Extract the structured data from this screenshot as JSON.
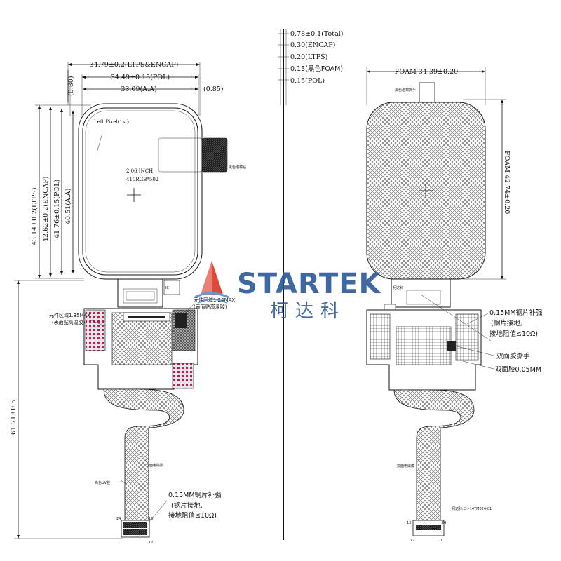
{
  "brand": {
    "name": "STARTEK",
    "name_cn": "柯达科",
    "colors": {
      "primary": "#2f5b9a",
      "accent": "#d93a2a",
      "wave": "#5a8fd0"
    }
  },
  "left_view": {
    "dims": {
      "width_ltps_encap": "34.79±0.2(LTPS&ENCAP)",
      "width_pol": "34.49±0.15(POL)",
      "width_aa": "33.09(A.A)",
      "offset_left": "(0.80)",
      "offset_right": "(0.85)",
      "height_ltps": "43.14±0.2(LTPS)",
      "height_encap": "42.62±0.2(ENCAP)",
      "height_pol": "41.76±0.15(POL)",
      "height_aa": "40.51(A.A)",
      "total_length": "61.71±0.5"
    },
    "labels": {
      "pixel_note": "Left Pixel(1st)",
      "panel_size": "2.06 INCH",
      "resolution": "410RGB*502",
      "black_foam": "黑色泡棉贴",
      "ic_mark": "IC",
      "comp_area_1": "元件区域1.35MAX",
      "comp_area_1_sub": "(表面贴高温胶)",
      "comp_area_2": "元件区域1.24MAX",
      "comp_area_2_sub": "(表面贴高温胶)",
      "shield_film": "双面电磁膜",
      "white_glue": "白色UV胶",
      "stiffener_1": "0.15MM钢片补强",
      "stiffener_2": "(钢片接地,",
      "stiffener_3": "接地阻值≤10Ω)",
      "pin_a": "24",
      "pin_b": "13",
      "pin_c": "1",
      "pin_d": "12"
    }
  },
  "side_view": {
    "layers": [
      "0.78±0.1(Total)",
      "0.30(ENCAP)",
      "0.20(LTPS)",
      "0.13(黑色FOAM)",
      "0.15(POL)"
    ]
  },
  "right_view": {
    "dims": {
      "foam_width": "FOAM 34.39±0.20",
      "foam_height": "FOAM 42.74±0.20"
    },
    "labels": {
      "foam_tab": "黑色泡棉撕手",
      "fpc_mark": "柯达科",
      "stiffener_1": "0.15MM钢片补强",
      "stiffener_2": "(钢片接地,",
      "stiffener_3": "接地阻值≤10Ω)",
      "tape_tab": "双面胶撕手",
      "tape": "双面胶0.05MM",
      "shield_film": "双面电磁膜",
      "part_no": "柯达科:CH-14TM024-01",
      "pin_a": "13",
      "pin_b": "24",
      "pin_c": "12",
      "pin_d": "1"
    }
  }
}
